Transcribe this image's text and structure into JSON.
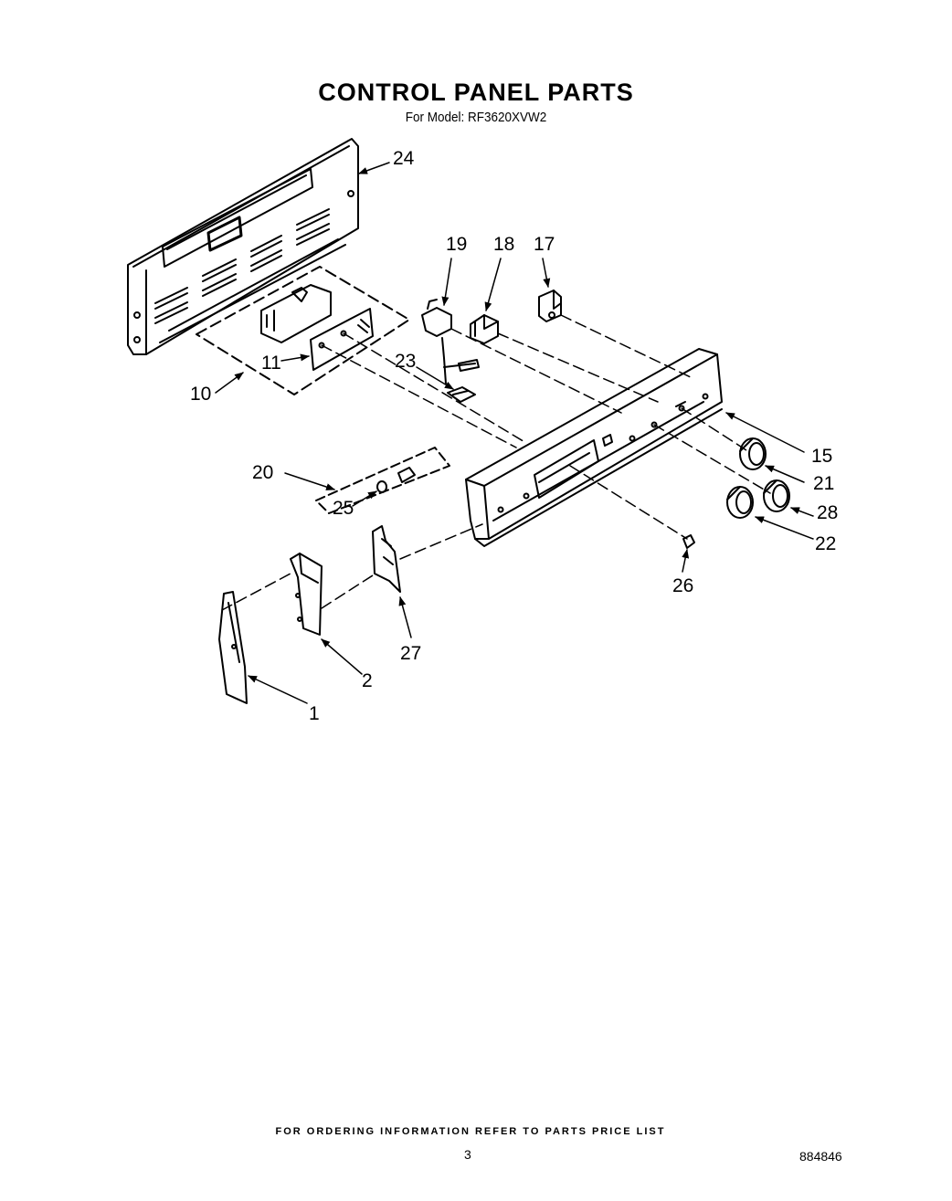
{
  "header": {
    "title": "CONTROL PANEL PARTS",
    "subtitle": "For Model: RF3620XVW2"
  },
  "footer": {
    "note": "FOR ORDERING INFORMATION REFER TO PARTS PRICE LIST",
    "page_number": "3",
    "document_number": "884846"
  },
  "callouts": {
    "c1": "1",
    "c2": "2",
    "c10": "10",
    "c11": "11",
    "c15": "15",
    "c17": "17",
    "c18": "18",
    "c19": "19",
    "c20": "20",
    "c21": "21",
    "c22": "22",
    "c23": "23",
    "c24": "24",
    "c25": "25",
    "c26": "26",
    "c27": "27",
    "c28": "28"
  }
}
